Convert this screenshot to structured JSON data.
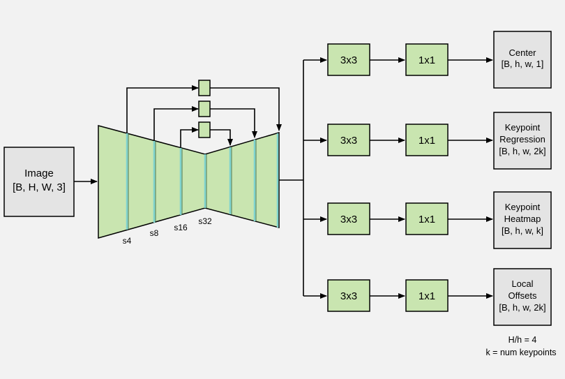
{
  "colors": {
    "background": "#f2f2f2",
    "block_fill": "#c9e5b0",
    "gray_fill": "#e4e4e4",
    "stroke": "#000000",
    "skip_line": "#7fd3cf"
  },
  "input": {
    "line1": "Image",
    "line2": "[B, H, W, 3]"
  },
  "backbone": {
    "strides": [
      "s4",
      "s8",
      "s16",
      "s32"
    ]
  },
  "heads": [
    {
      "conv1": "3x3",
      "conv2": "1x1",
      "output_lines": [
        "Center",
        "[B, h, w, 1]"
      ]
    },
    {
      "conv1": "3x3",
      "conv2": "1x1",
      "output_lines": [
        "Keypoint",
        "Regression",
        "[B, h, w, 2k]"
      ]
    },
    {
      "conv1": "3x3",
      "conv2": "1x1",
      "output_lines": [
        "Keypoint",
        "Heatmap",
        "[B, h, w, k]"
      ]
    },
    {
      "conv1": "3x3",
      "conv2": "1x1",
      "output_lines": [
        "Local",
        "Offsets",
        "[B, h, w, 2k]"
      ]
    }
  ],
  "notes": [
    "H/h = 4",
    "k = num keypoints"
  ]
}
